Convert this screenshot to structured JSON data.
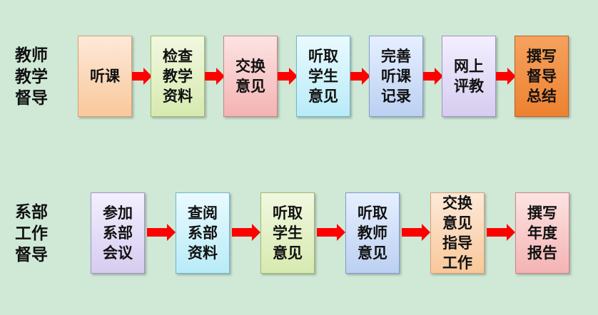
{
  "rows": [
    {
      "title": "教师教学督导",
      "steps": [
        {
          "label": "听课",
          "color": "#fbd3ae"
        },
        {
          "label": "检查教学资料",
          "color": "#e3f1c4"
        },
        {
          "label": "交换意见",
          "color": "#f8c8c8"
        },
        {
          "label": "听取学生意见",
          "color": "#d2f3fb"
        },
        {
          "label": "完善听课记录",
          "color": "#d2e0f8"
        },
        {
          "label": "网上评教",
          "color": "#e3dcf6"
        },
        {
          "label": "撰写督导总结",
          "color": "#ef8c3c"
        }
      ]
    },
    {
      "title": "系部工作督导",
      "steps": [
        {
          "label": "参加系部会议",
          "color": "#e3dcf6"
        },
        {
          "label": "查阅系部资料",
          "color": "#d2f3fb"
        },
        {
          "label": "听取学生意见",
          "color": "#e3f1c4"
        },
        {
          "label": "听取教师意见",
          "color": "#d2e0f8"
        },
        {
          "label": "交换意见指导工作",
          "color": "#fbd3ae"
        },
        {
          "label": "撰写年度报告",
          "color": "#f8c8c8"
        }
      ]
    }
  ],
  "arrow_color": "#ff0000"
}
